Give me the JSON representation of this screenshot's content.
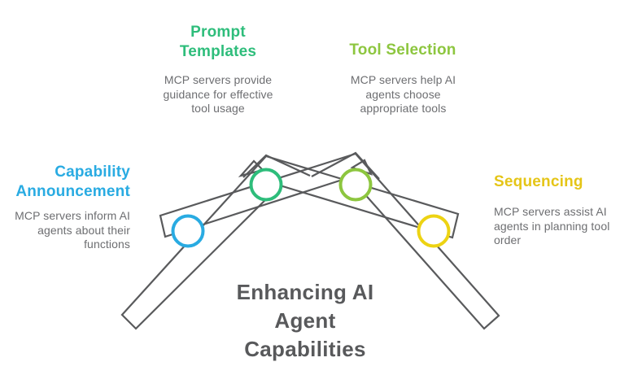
{
  "main_title": {
    "lines": [
      "Enhancing AI",
      "Agent",
      "Capabilities"
    ],
    "color": "#58595B"
  },
  "capabilities": [
    {
      "id": "capability-announcement",
      "title_lines": [
        "Capability",
        "Announcement"
      ],
      "description": "MCP servers inform AI agents about their functions",
      "accent_color": "#29ABE2"
    },
    {
      "id": "prompt-templates",
      "title_lines": [
        "Prompt",
        "Templates"
      ],
      "description": "MCP servers provide guidance for effective tool usage",
      "accent_color": "#2EBD7B"
    },
    {
      "id": "tool-selection",
      "title_lines": [
        "Tool Selection"
      ],
      "description": "MCP servers help AI agents choose appropriate tools",
      "accent_color": "#8DC63F"
    },
    {
      "id": "sequencing",
      "title_lines": [
        "Sequencing"
      ],
      "description": "MCP servers assist AI agents in planning tool order",
      "accent_color": "#E5C517"
    }
  ],
  "artwork": {
    "outline_color": "#595A5C",
    "node_colors": [
      "#29ABE2",
      "#2EBD7B",
      "#8DC63F",
      "#EDD313"
    ]
  },
  "body_text_color": "#6D6E71"
}
